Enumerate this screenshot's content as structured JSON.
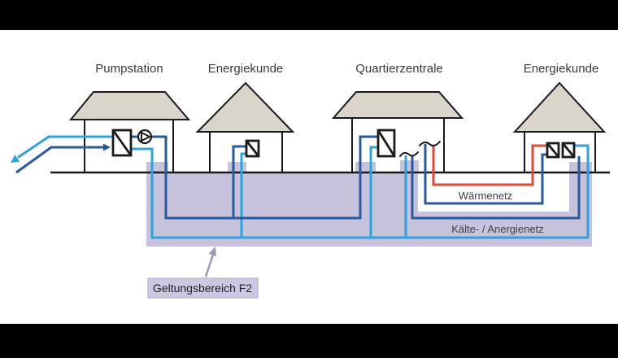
{
  "diagram": {
    "buildings": [
      {
        "label": "Pumpstation"
      },
      {
        "label": "Energiekunde"
      },
      {
        "label": "Quartierzentrale"
      },
      {
        "label": "Energiekunde"
      }
    ],
    "network_labels": {
      "waermenetz": "Wärmenetz",
      "kaelte_anergienetz": "Kälte- / Anergienetz"
    },
    "scope": {
      "label": "Geltungsbereich F2"
    },
    "colors": {
      "light_blue_pipe": "#2FA3DB",
      "dark_blue_pipe": "#2A5A9C",
      "red_pipe": "#E14A31",
      "scope_fill": "#C7C2DD",
      "scope_label_fill": "#CCC7E3",
      "scope_label_border": "#ABA4C8",
      "pointer_arrow": "#9D97BA",
      "roof_fill": "#D9D5CB",
      "letterbox": "#000000"
    }
  }
}
